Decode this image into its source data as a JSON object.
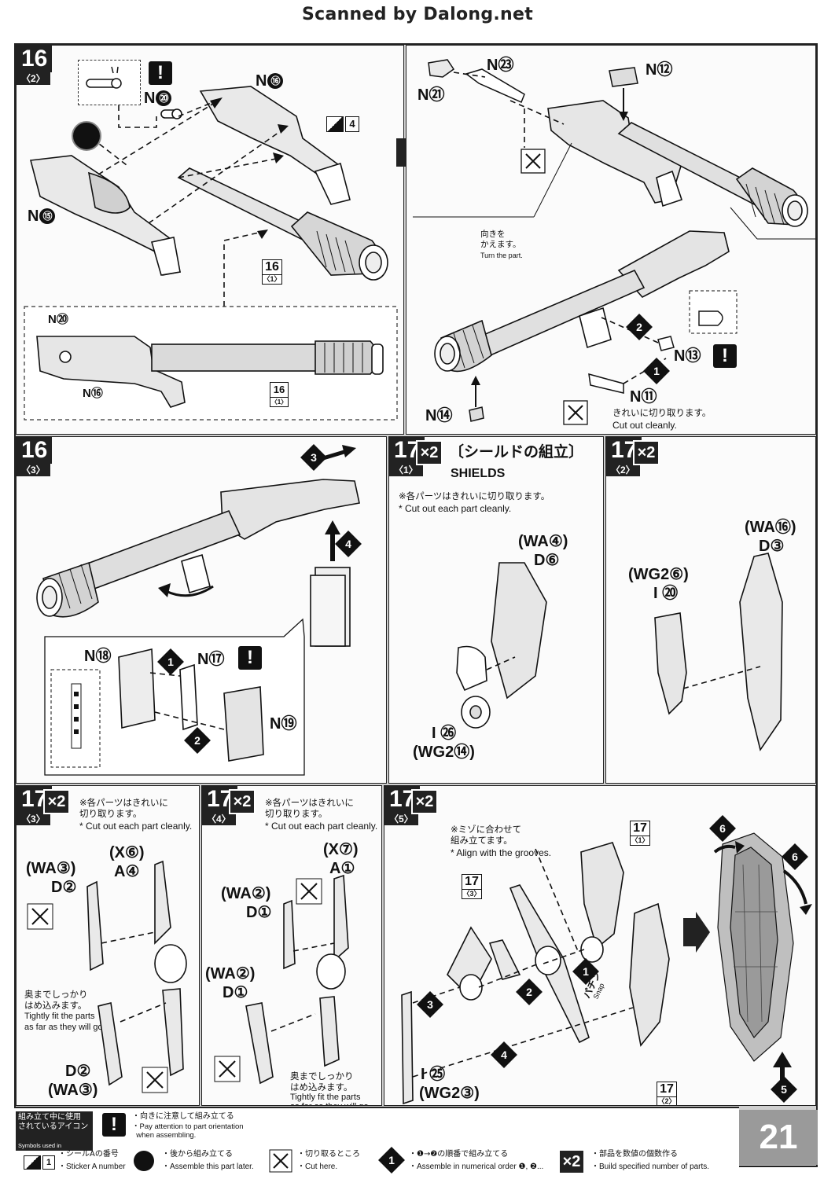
{
  "watermark": "Scanned by Dalong.net",
  "page_number": "21",
  "panels": {
    "s16_2": {
      "step": "16",
      "sub": "〈2〉",
      "labels": {
        "n20": "N",
        "n20c": "⑳",
        "n16": "N",
        "n16c": "⑯",
        "n15": "N",
        "n15c": "⑮",
        "sticker4": "4"
      },
      "ref": {
        "num": "16",
        "sub": "〈1〉"
      },
      "inset": {
        "n20": "N⑳",
        "n16": "N⑯",
        "ref_num": "16",
        "ref_sub": "〈1〉"
      }
    },
    "s16_2b": {
      "labels": {
        "n23": "N㉓",
        "n21": "N㉑",
        "n12": "N⑫",
        "n13": "N⑬",
        "n14": "N⑭",
        "n11": "N⑪"
      },
      "turn_jp": "向きを\nかえます。",
      "turn_en": "Turn the part.",
      "cut_jp": "きれいに切り取ります。",
      "cut_en": "Cut out cleanly."
    },
    "s16_3": {
      "step": "16",
      "sub": "〈3〉",
      "labels": {
        "n18": "N⑱",
        "n17": "N⑰",
        "n19": "N⑲"
      }
    },
    "s17_1": {
      "step": "17",
      "sub": "〈1〉",
      "mult": "×2",
      "title_jp": "〔シールドの組立〕",
      "title_en": "SHIELDS",
      "note_jp": "※各パーツはきれいに切り取ります。",
      "note_en": "* Cut out each part cleanly.",
      "labels": {
        "wa4": "(WA④)",
        "d6": "D⑥",
        "i26": "I ㉖",
        "wg214": "(WG2⑭)"
      }
    },
    "s17_2": {
      "step": "17",
      "sub": "〈2〉",
      "mult": "×2",
      "labels": {
        "wa16": "(WA⑯)",
        "d3": "D③",
        "wg26": "(WG2⑥)",
        "i20": "I ⑳"
      }
    },
    "s17_3": {
      "step": "17",
      "sub": "〈3〉",
      "mult": "×2",
      "note_jp": "※各パーツはきれいに\n切り取ります。",
      "note_en": "* Cut out each part cleanly.",
      "labels": {
        "x6": "(X⑥)",
        "a4": "A④",
        "wa3": "(WA③)",
        "d2": "D②",
        "d2b": "D②",
        "wa3b": "(WA③)"
      },
      "fit_jp": "奥までしっかり\nはめ込みます。",
      "fit_en": "Tightly fit the parts\nas far as they will go."
    },
    "s17_4": {
      "step": "17",
      "sub": "〈4〉",
      "mult": "×2",
      "note_jp": "※各パーツはきれいに\n切り取ります。",
      "note_en": "* Cut out each part cleanly.",
      "labels": {
        "x7": "(X⑦)",
        "a1": "A①",
        "wa2": "(WA②)",
        "d1": "D①",
        "wa2b": "(WA②)",
        "d1b": "D①"
      },
      "fit_jp": "奥までしっかり\nはめ込みます。",
      "fit_en": "Tightly fit the parts\nas far as they will go."
    },
    "s17_5": {
      "step": "17",
      "sub": "〈5〉",
      "mult": "×2",
      "note_jp": "※ミゾに合わせて\n組み立てます。",
      "note_en": "* Align with the grooves.",
      "labels": {
        "i25": "I ㉕",
        "wg23": "(WG2③)"
      },
      "snap_jp": "パチン",
      "snap_en": "Snap",
      "refs": [
        {
          "num": "17",
          "sub": "〈1〉"
        },
        {
          "num": "17",
          "sub": "〈3〉"
        },
        {
          "num": "17",
          "sub": "〈2〉"
        }
      ]
    }
  },
  "legend": {
    "title_jp": "組み立て中に使用\nされているアイコン",
    "title_en": "Symbols used in instructions",
    "items": [
      {
        "icon": "sticker-icon",
        "jp": "・シールAの番号",
        "en": "・Sticker A number",
        "badge": "1"
      },
      {
        "icon": "warning-icon",
        "jp": "・向きに注意して組み立てる",
        "en": "・Pay attention to part orientation\n  when assembling."
      },
      {
        "icon": "later-icon",
        "jp": "・後から組み立てる",
        "en": "・Assemble this part later."
      },
      {
        "icon": "cut-icon",
        "jp": "・切り取るところ",
        "en": "・Cut here."
      },
      {
        "icon": "order-icon",
        "jp": "・❶→❷の順番で組み立てる",
        "en": "・Assemble in numerical order ❶, ❷..."
      },
      {
        "icon": "multiply-icon",
        "jp": "・部品を数値の個数作る",
        "en": "・Build specified number of parts.",
        "badge": "×2"
      }
    ]
  },
  "colors": {
    "bg": "#cfcfcf",
    "panel": "#fbfbfb",
    "ink": "#111111"
  }
}
